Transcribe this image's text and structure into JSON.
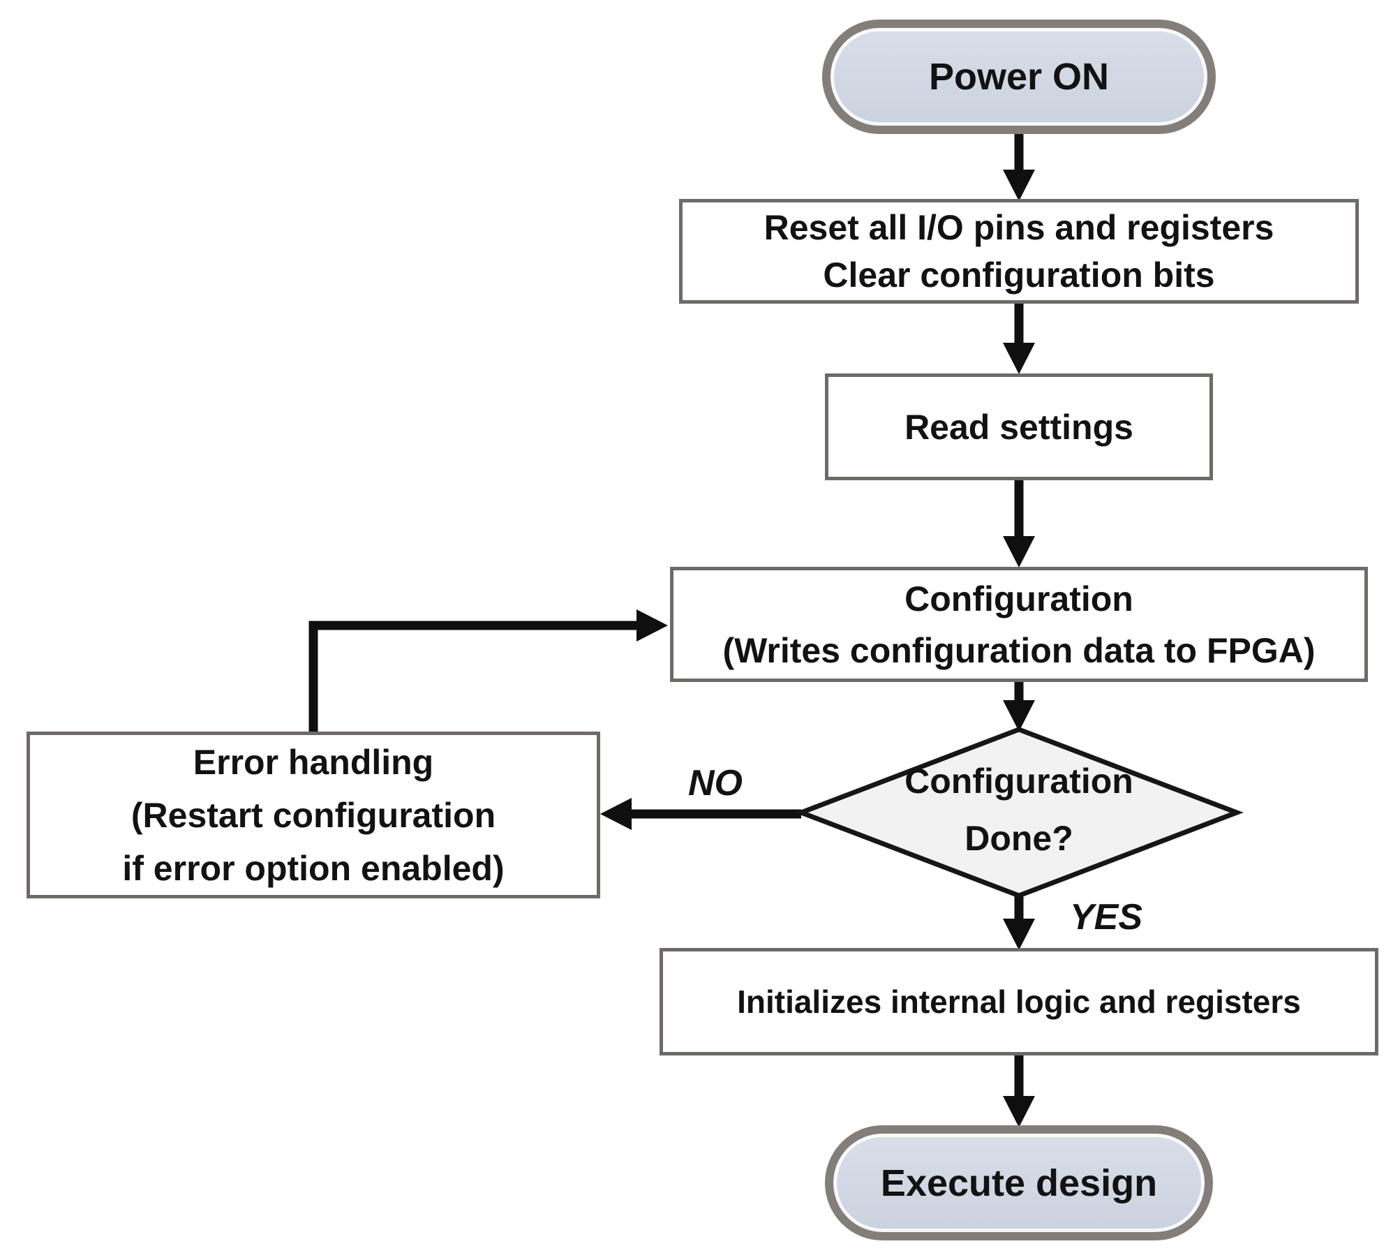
{
  "diagram_type": "flowchart",
  "nodes": {
    "power_on": {
      "shape": "terminator",
      "label": "Power ON"
    },
    "reset": {
      "shape": "process",
      "lines": [
        "Reset all I/O pins and registers",
        "Clear configuration bits"
      ]
    },
    "read_settings": {
      "shape": "process",
      "label": "Read settings"
    },
    "configuration": {
      "shape": "process",
      "lines": [
        "Configuration",
        "(Writes configuration data to FPGA)"
      ]
    },
    "config_done": {
      "shape": "decision",
      "lines": [
        "Configuration",
        "Done?"
      ]
    },
    "error_handling": {
      "shape": "process",
      "lines": [
        "Error handling",
        "(Restart configuration",
        "if error option enabled)"
      ]
    },
    "initialize": {
      "shape": "process",
      "label": "Initializes internal logic and registers"
    },
    "execute": {
      "shape": "terminator",
      "label": "Execute design"
    }
  },
  "edge_labels": {
    "no": "NO",
    "yes": "YES"
  },
  "edges": [
    {
      "from": "power_on",
      "to": "reset"
    },
    {
      "from": "reset",
      "to": "read_settings"
    },
    {
      "from": "read_settings",
      "to": "configuration"
    },
    {
      "from": "configuration",
      "to": "config_done"
    },
    {
      "from": "config_done",
      "to": "error_handling",
      "label": "NO"
    },
    {
      "from": "config_done",
      "to": "initialize",
      "label": "YES"
    },
    {
      "from": "error_handling",
      "to": "configuration"
    },
    {
      "from": "initialize",
      "to": "execute"
    }
  ],
  "colors": {
    "background": "#ffffff",
    "terminator_fill": "#d2d8e3",
    "terminator_border": "#847e7a",
    "process_fill": "#ffffff",
    "process_border": "#6e6a68",
    "decision_fill": "#f2f2f2",
    "decision_border": "#161616",
    "arrow": "#0f0f0f",
    "text": "#121212"
  }
}
